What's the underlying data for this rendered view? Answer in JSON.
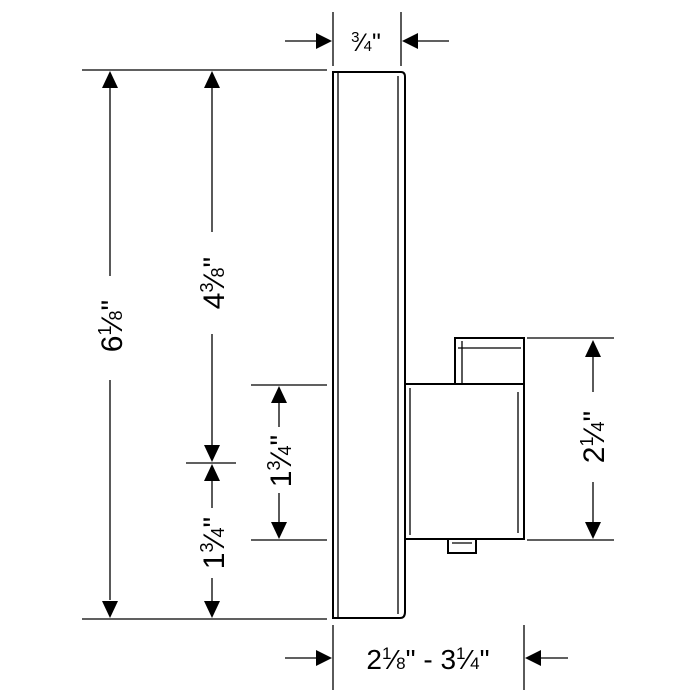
{
  "dimensions": {
    "top_width": {
      "whole": "",
      "num": "3",
      "den": "4",
      "unit": "\""
    },
    "overall_height": {
      "whole": "6",
      "num": "1",
      "den": "8",
      "unit": "\""
    },
    "upper_height": {
      "whole": "4",
      "num": "3",
      "den": "8",
      "unit": "\""
    },
    "lower_height": {
      "whole": "1",
      "num": "3",
      "den": "4",
      "unit": "\""
    },
    "inner_height": {
      "whole": "1",
      "num": "3",
      "den": "4",
      "unit": "\""
    },
    "handle_height": {
      "whole": "2",
      "num": "1",
      "den": "4",
      "unit": "\""
    },
    "projection_range": {
      "min_whole": "2",
      "min_num": "1",
      "min_den": "8",
      "separator": "\" - ",
      "max_whole": "3",
      "max_num": "1",
      "max_den": "4",
      "unit": "\""
    }
  }
}
